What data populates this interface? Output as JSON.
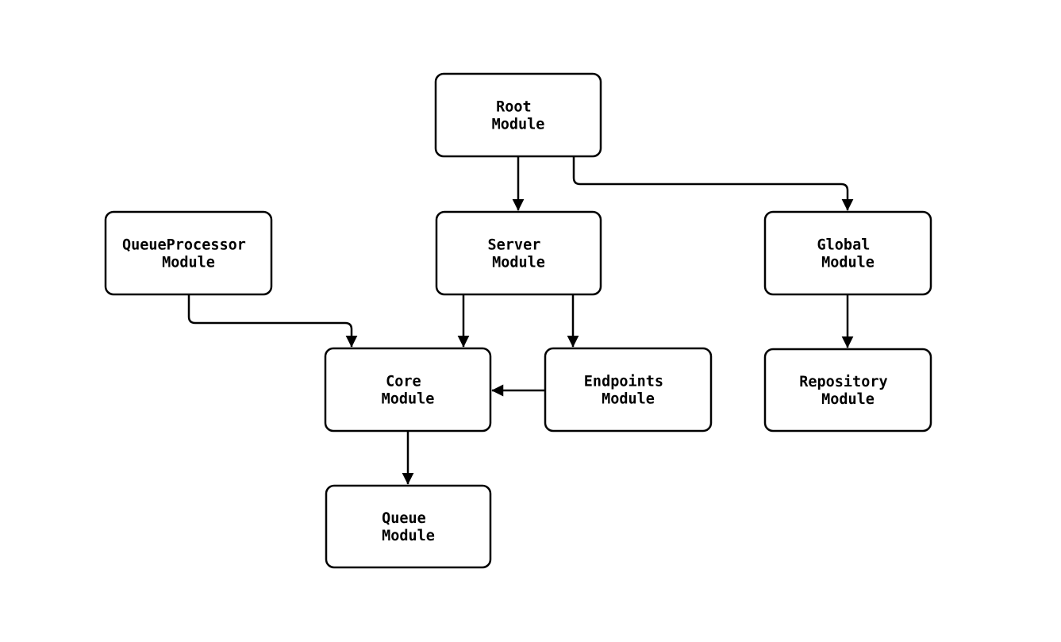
{
  "diagram": {
    "type": "flowchart",
    "description": "Module dependency diagram, top-down flowchart with rounded rectangle nodes and black arrows on white background",
    "colors": {
      "background": "#ffffff",
      "node_fill": "#ffffff",
      "node_stroke": "#000000",
      "edge_stroke": "#000000",
      "text": "#000000"
    },
    "nodes": {
      "root": {
        "line1": "Root",
        "line2": "Module"
      },
      "queueprocessor": {
        "line1": "QueueProcessor",
        "line2": "Module"
      },
      "server": {
        "line1": "Server",
        "line2": "Module"
      },
      "global": {
        "line1": "Global",
        "line2": "Module"
      },
      "core": {
        "line1": "Core",
        "line2": "Module"
      },
      "endpoints": {
        "line1": "Endpoints",
        "line2": "Module"
      },
      "repository": {
        "line1": "Repository",
        "line2": "Module"
      },
      "queue": {
        "line1": "Queue",
        "line2": "Module"
      }
    },
    "edges": [
      {
        "from": "Root Module",
        "to": "Server Module"
      },
      {
        "from": "Root Module",
        "to": "Global Module"
      },
      {
        "from": "QueueProcessor Module",
        "to": "Core Module"
      },
      {
        "from": "Server Module",
        "to": "Core Module"
      },
      {
        "from": "Server Module",
        "to": "Endpoints Module"
      },
      {
        "from": "Endpoints Module",
        "to": "Core Module"
      },
      {
        "from": "Global Module",
        "to": "Repository Module"
      },
      {
        "from": "Core Module",
        "to": "Queue Module"
      }
    ]
  }
}
